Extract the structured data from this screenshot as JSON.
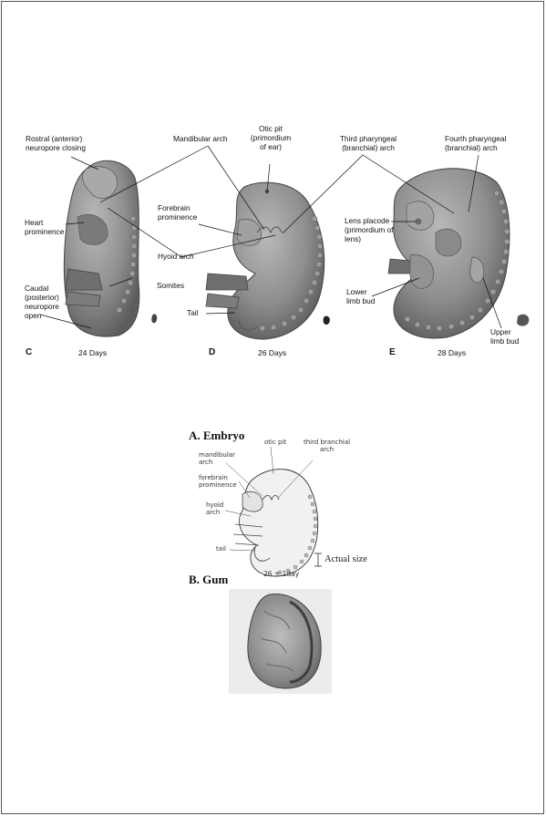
{
  "labels": {
    "rostral_neuropore": "Rostral (anterior)\nneuropore closing",
    "mandibular_arch": "Mandibular arch",
    "otic_pit": "Otic pit\n(primordium\nof ear)",
    "third_pharyngeal_arch": "Third pharyngeal\n(branchial) arch",
    "fourth_pharyngeal_arch": "Fourth pharyngeal\n(branchial) arch",
    "forebrain_prominence": "Forebrain\nprominence",
    "heart_prominence": "Heart\nprominence",
    "lens_placode": "Lens placode\n(primordium of\nlens)",
    "hyoid_arch": "Hyoid arch",
    "somites": "Somites",
    "caudal_neuropore": "Caudal\n(posterior)\nneuropore\nopen",
    "lower_limb_bud": "Lower\nlimb bud",
    "tail": "Tail",
    "upper_limb_bud": "Upper\nlimb bud"
  },
  "panels": [
    {
      "letter": "C",
      "age": "24 Days"
    },
    {
      "letter": "D",
      "age": "26 Days"
    },
    {
      "letter": "E",
      "age": "28 Days"
    }
  ],
  "bottom": {
    "embryo_heading": "A. Embryo",
    "labels": {
      "otic_pit": "otic pit",
      "third_branchial_arch": "third branchial\narch",
      "mandibular_arch": "mandibular\narch",
      "forebrain_prominence": "forebrain\nprominence",
      "hyoid_arch": "hyoid\narch",
      "tail": "tail"
    },
    "actual_size": "Actual size",
    "age": "26 ± 1day",
    "gum_heading": "B. Gum"
  }
}
